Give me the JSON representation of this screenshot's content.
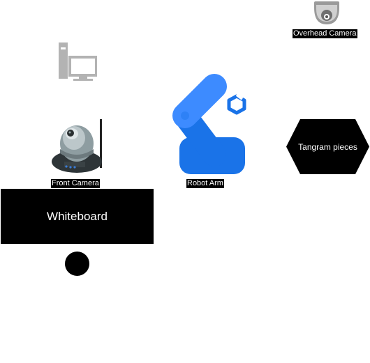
{
  "nodes": {
    "overhead_camera": {
      "label": "Overhead Camera",
      "icon": "dome-camera-icon"
    },
    "computer": {
      "icon": "computer-icon"
    },
    "front_camera": {
      "label": "Front Camera",
      "icon": "webcam-icon"
    },
    "robot_arm": {
      "label": "Robot Arm",
      "icon": "robot-arm-icon"
    },
    "tangram": {
      "label": "Tangram pieces",
      "shape": "hexagon"
    },
    "whiteboard": {
      "label": "Whiteboard",
      "shape": "rectangle"
    },
    "marker": {
      "shape": "circle"
    }
  },
  "colors": {
    "shape_fill": "#000000",
    "text_light": "#ffffff",
    "robot_blue": "#1a73e8",
    "robot_light": "#3d8bff",
    "grey_icon": "#b3b3b3"
  }
}
